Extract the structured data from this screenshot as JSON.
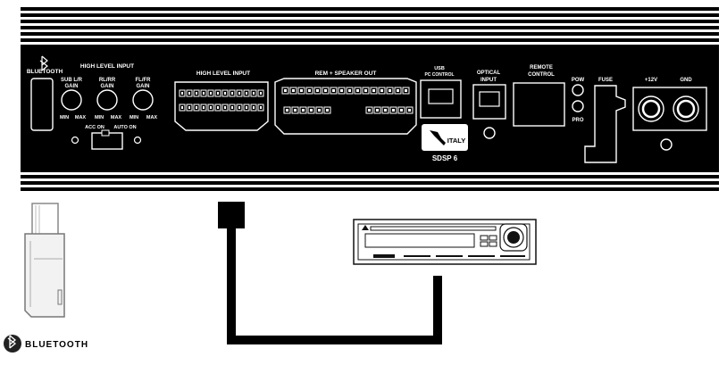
{
  "panel": {
    "bluetooth_label": "BLUETOOTH",
    "high_level_input_title": "HIGH LEVEL INPUT",
    "sub_gain": "SUB L/R\nGAIN",
    "rear_gain": "RL/RR\nGAIN",
    "front_gain": "FL/FR\nGAIN",
    "min": "MIN",
    "max": "MAX",
    "acc_on": "ACC ON",
    "auto_on": "AUTO ON",
    "high_level_input_connector": "HIGH LEVEL INPUT",
    "rem_speaker_out": "REM + SPEAKER OUT",
    "usb": "USB",
    "pc_control": "PC CONTROL",
    "optical_input": "OPTICAL\nINPUT",
    "remote_control": "REMOTE\nCONTROL",
    "pow": "POW",
    "pro": "PRO",
    "fuse": "FUSE",
    "plus12v": "+12V",
    "gnd": "GND",
    "italy": "ITALY",
    "model": "SDSP 6"
  },
  "legend": {
    "bluetooth_caption": "BLUETOOTH"
  },
  "colors": {
    "ink": "#000000",
    "paper": "#ffffff"
  },
  "icons": [
    "bluetooth-icon",
    "italy-map-icon",
    "car-stereo-icon",
    "bluetooth-dongle-icon"
  ]
}
